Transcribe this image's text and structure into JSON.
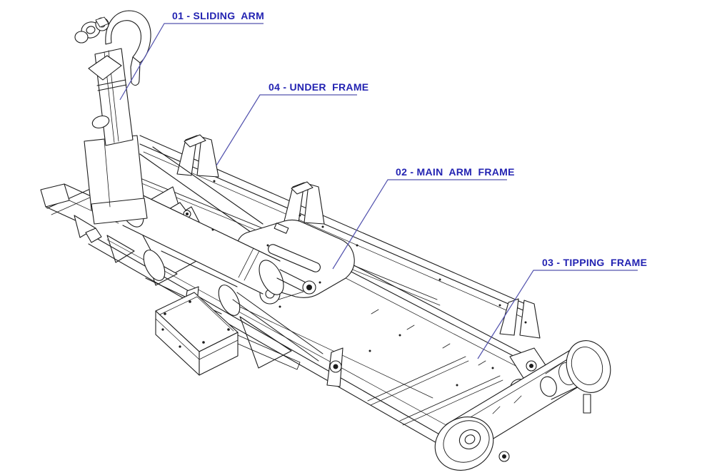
{
  "page": {
    "background": "#ffffff"
  },
  "diagram": {
    "type": "isometric-technical-line-drawing",
    "subject": "hooklift frame assembly",
    "line_color": "#1c1c1c",
    "label_text_color": "#2323b2",
    "leader_line_color": "#5353ae",
    "labels": [
      {
        "id": "01",
        "text": "01 - SLIDING  ARM",
        "target_part": "sliding-arm"
      },
      {
        "id": "04",
        "text": "04 - UNDER  FRAME",
        "target_part": "under-frame"
      },
      {
        "id": "02",
        "text": "02 - MAIN  ARM  FRAME",
        "target_part": "main-arm-frame"
      },
      {
        "id": "03",
        "text": "03 - TIPPING  FRAME",
        "target_part": "tipping-frame"
      }
    ],
    "parts": [
      {
        "number": "01",
        "name": "SLIDING ARM"
      },
      {
        "number": "02",
        "name": "MAIN ARM FRAME"
      },
      {
        "number": "03",
        "name": "TIPPING FRAME"
      },
      {
        "number": "04",
        "name": "UNDER FRAME"
      }
    ]
  }
}
